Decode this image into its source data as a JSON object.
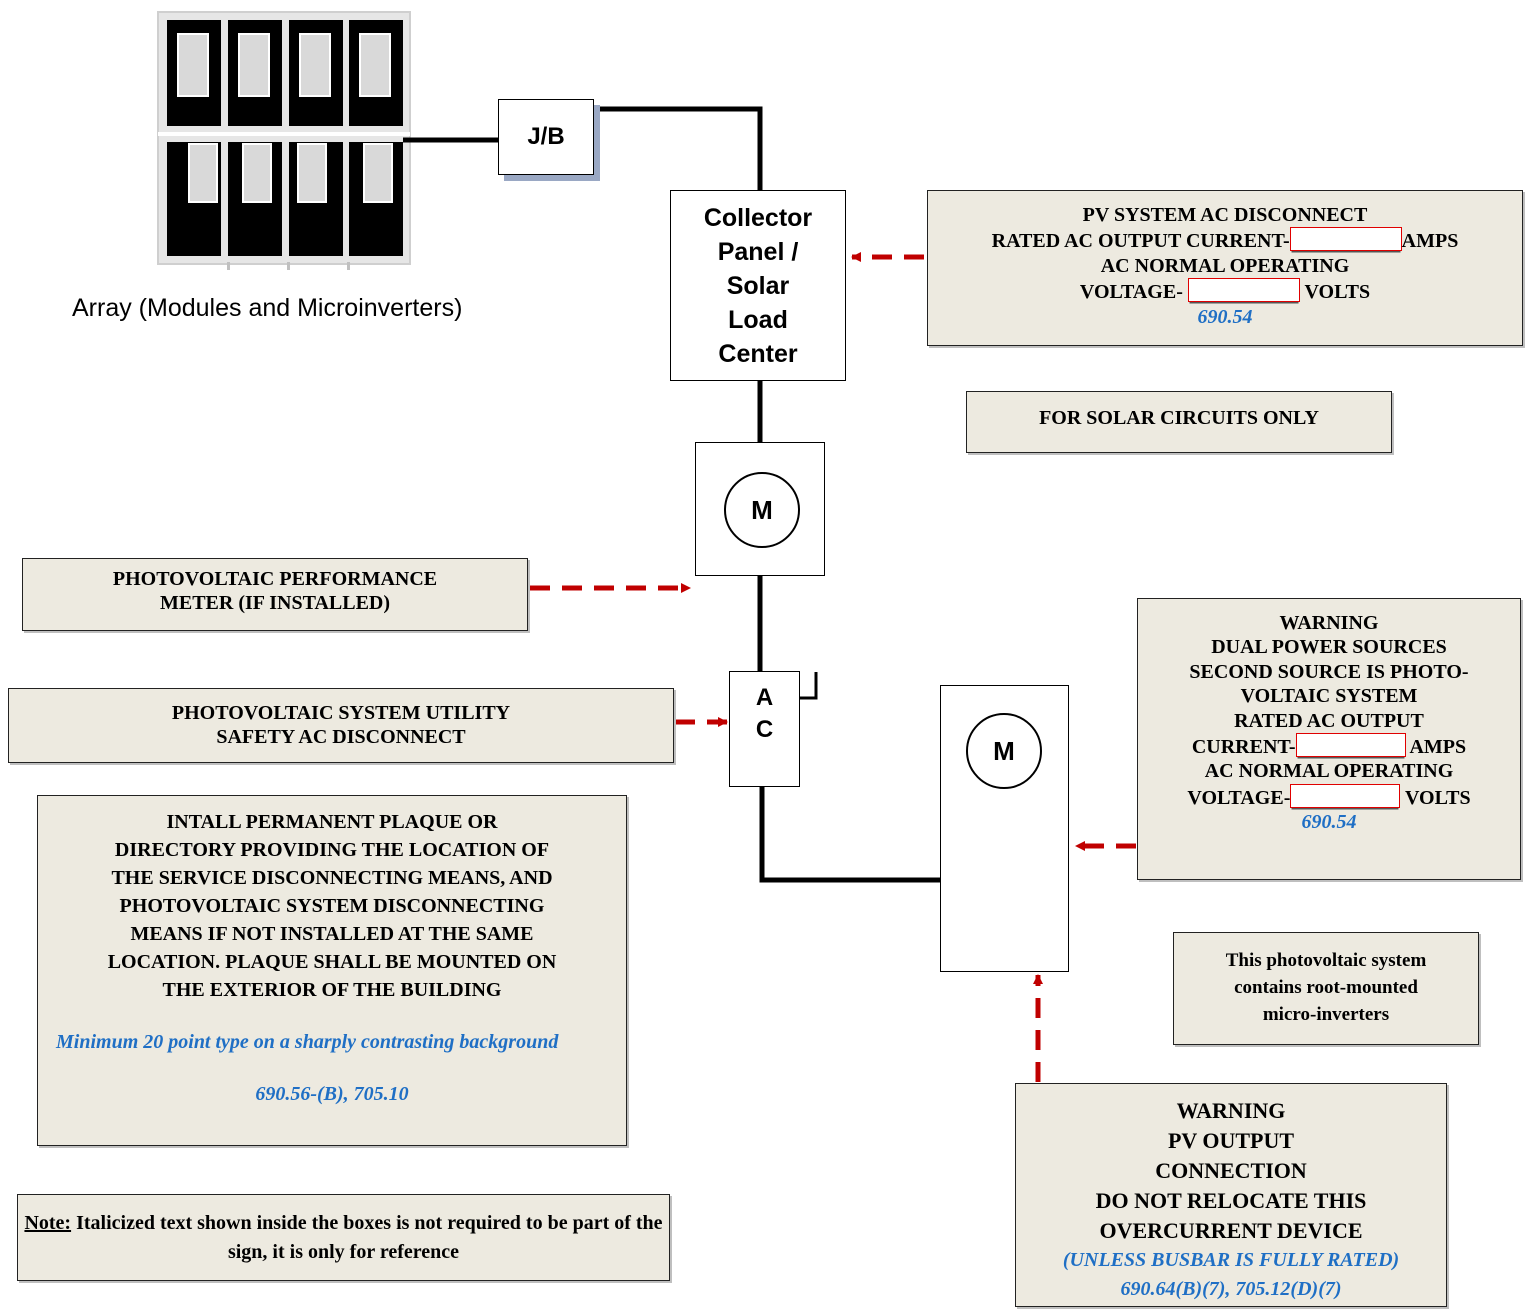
{
  "array": {
    "caption": "Array (Modules and Microinverters)"
  },
  "components": {
    "jb": "J/B",
    "collector": [
      "Collector",
      "Panel /",
      "Solar",
      "Load",
      "Center"
    ],
    "pv_meter": "M",
    "ac_disconnect": [
      "A",
      "C"
    ],
    "service_meter": "M"
  },
  "labels": {
    "pv_ac_disconnect": {
      "title": "PV SYSTEM AC DISCONNECT",
      "current_prefix": "RATED AC OUTPUT CURRENT-",
      "current_suffix": "AMPS",
      "voltage_line": "AC NORMAL OPERATING",
      "voltage_prefix": "VOLTAGE-",
      "voltage_suffix": "VOLTS",
      "ref": "690.54"
    },
    "solar_circuits": "FOR SOLAR CIRCUITS ONLY",
    "performance_meter": [
      "PHOTOVOLTAIC PERFORMANCE",
      "METER (IF INSTALLED)"
    ],
    "utility_disconnect": [
      "PHOTOVOLTAIC SYSTEM UTILITY",
      "SAFETY AC DISCONNECT"
    ],
    "plaque": {
      "lines": [
        "INTALL PERMANENT PLAQUE OR",
        "DIRECTORY PROVIDING THE LOCATION OF",
        "THE SERVICE DISCONNECTING MEANS, AND",
        "PHOTOVOLTAIC SYSTEM DISCONNECTING",
        "MEANS IF NOT INSTALLED AT THE SAME",
        "LOCATION. PLAQUE SHALL BE MOUNTED ON",
        "THE EXTERIOR OF THE BUILDING"
      ],
      "note_italic": "Minimum 20 point type on a sharply contrasting background",
      "ref": "690.56-(B), 705.10"
    },
    "note": {
      "prefix": "Note:",
      "text": " Italicized text shown inside the boxes is not required to be part of the sign, it is only for reference"
    },
    "dual_power": {
      "lines": [
        "WARNING",
        "DUAL POWER SOURCES",
        "SECOND SOURCE IS PHOTO-",
        "VOLTAIC SYSTEM",
        "RATED AC OUTPUT"
      ],
      "current_prefix": "CURRENT-",
      "current_suffix": "AMPS",
      "voltage_line": "AC NORMAL OPERATING",
      "voltage_prefix": "VOLTAGE-",
      "voltage_suffix": "VOLTS",
      "ref": "690.54"
    },
    "micro_inverters": [
      "This photovoltaic system",
      "contains root-mounted",
      "micro-inverters"
    ],
    "pv_output": {
      "lines": [
        "WARNING",
        "PV OUTPUT",
        "CONNECTION",
        "DO NOT RELOCATE THIS",
        "OVERCURRENT DEVICE"
      ],
      "italic1": "(UNLESS BUSBAR IS FULLY RATED)",
      "italic2": "690.64(B)(7), 705.12(D)(7)"
    }
  },
  "colors": {
    "arrow": "#c00000",
    "label_bg": "#edeae0",
    "reference_text": "#1f6fc5",
    "blank_border": "#e00000"
  }
}
